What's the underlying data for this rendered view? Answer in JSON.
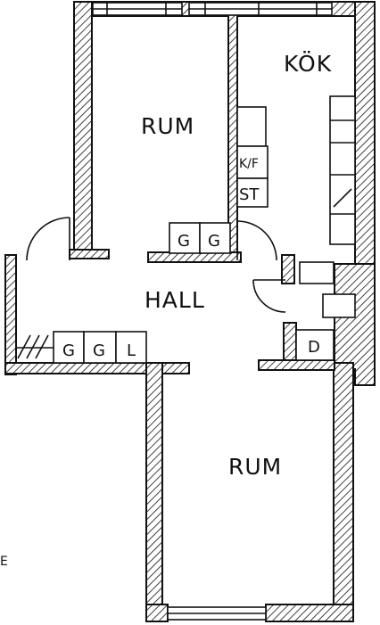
{
  "plan": {
    "rooms": {
      "rum_top": "RUM",
      "kok": "KÖK",
      "hall": "HALL",
      "rum_bottom": "RUM"
    },
    "fixtures": {
      "kf": "K/F",
      "st": "ST",
      "g": "G",
      "l": "L",
      "d": "D"
    },
    "edge_mark": "E"
  },
  "colors": {
    "ink": "#111111",
    "paper": "#ffffff"
  }
}
